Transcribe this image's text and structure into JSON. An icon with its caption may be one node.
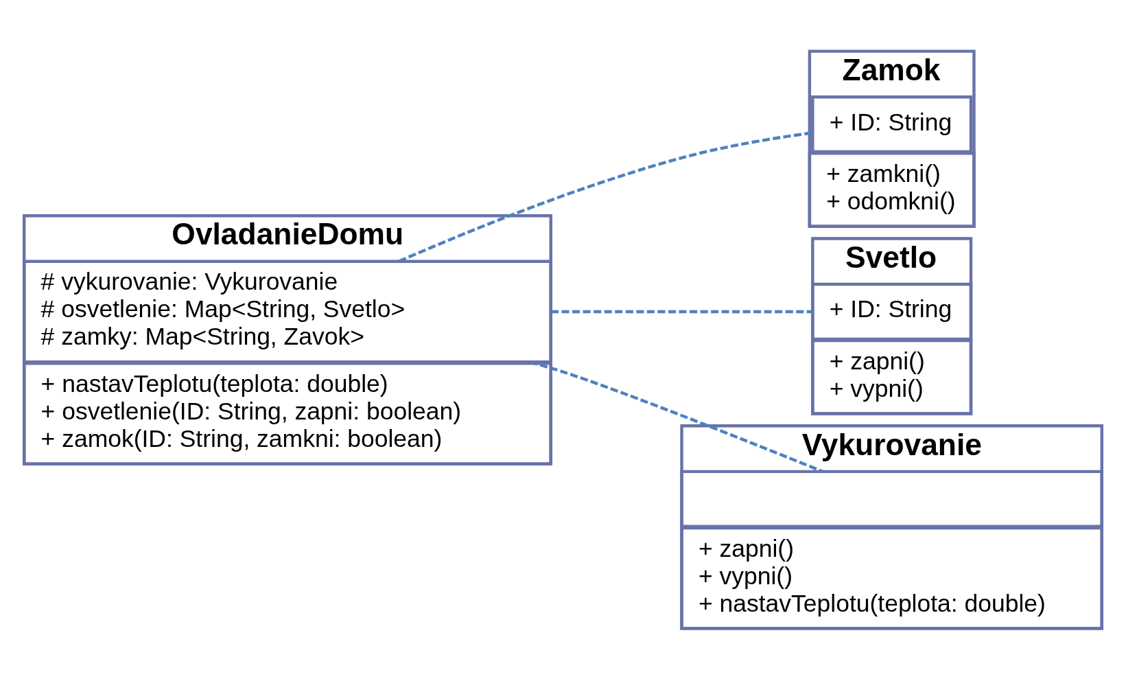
{
  "diagram": {
    "nodes": [
      {
        "text": [
          "OvladanieDomu"
        ]
      },
      {
        "text": [
          "# vykurovanie: Vykurovanie",
          "# osvetlenie: Map<String, Svetlo>",
          "# zamky: Map<String, Zavok>"
        ],
        "in": 0
      },
      {
        "text": [
          "+ nastavTeplotu(teplota: double)",
          "+ osvetlenie(ID: String, zapni: boolean)",
          "+ zamok(ID: String, zamkni: boolean)"
        ],
        "in": 0
      },
      {
        "text": [
          "Zamok"
        ]
      },
      {
        "text": [
          "+ ID: String"
        ],
        "in": 3
      },
      {
        "text": [
          "+ zamkni()",
          "+ odomkni()"
        ],
        "in": 3
      },
      {
        "text": [
          "Svetlo"
        ]
      },
      {
        "text": [
          "+ ID: String"
        ],
        "in": 6
      },
      {
        "text": [
          "+ zapni()",
          "+ vypni()"
        ],
        "in": 6
      },
      {
        "text": [
          "Vykurovanie"
        ]
      },
      {
        "text": [],
        "shape": "box",
        "in": 9
      },
      {
        "text": [
          "+ zapni()",
          "+ vypni()",
          "+ nastavTeplotu(teplota: double)"
        ],
        "in": 9
      }
    ],
    "edges": [
      {
        "from": 0,
        "to": 3,
        "arrow": "none",
        "style": "dashed"
      },
      {
        "from": 0,
        "to": 6,
        "arrow": "none",
        "style": "dashed"
      },
      {
        "from": 0,
        "to": 9,
        "arrow": "none",
        "style": "dashed"
      }
    ]
  }
}
